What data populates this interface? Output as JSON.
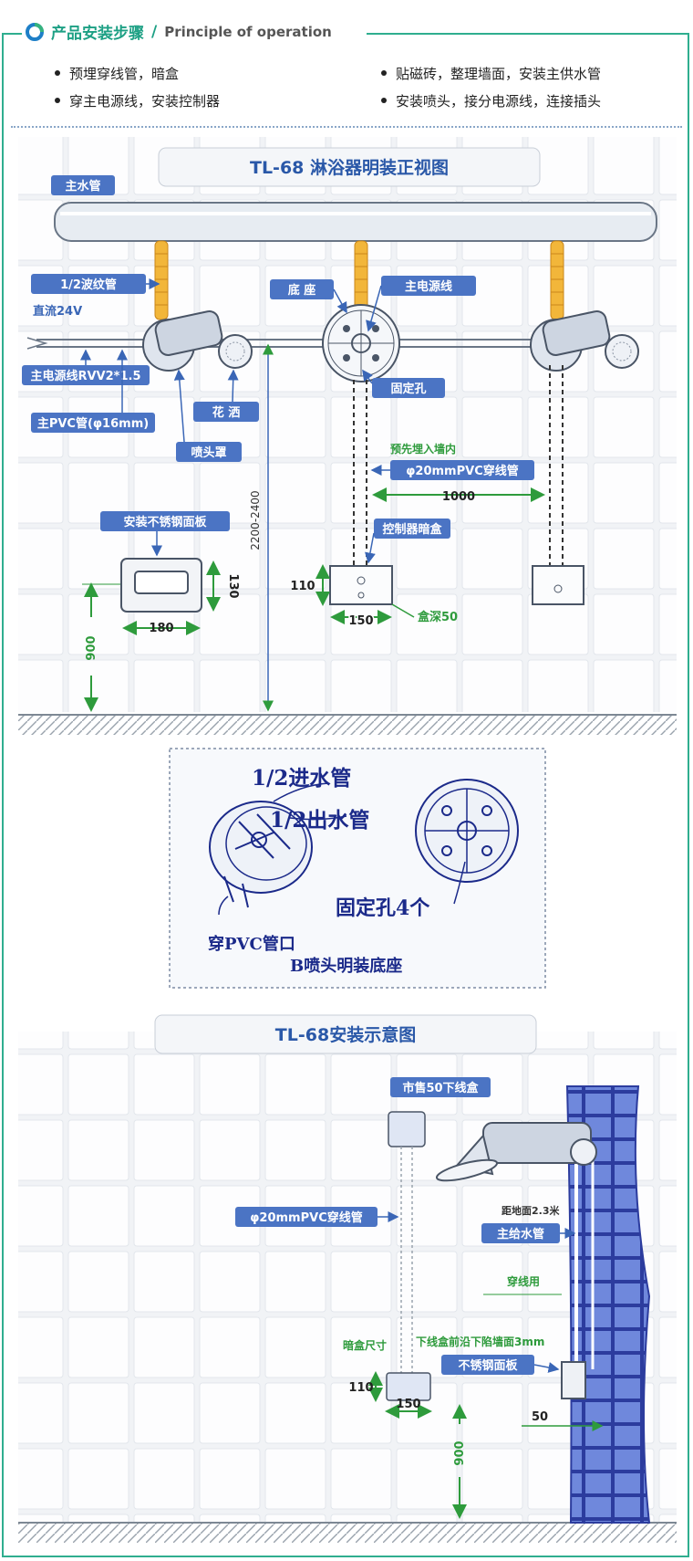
{
  "header": {
    "title_cn": "产品安装步骤",
    "slash": "/",
    "title_en": "Principle of operation",
    "accent_color": "#2fae8f"
  },
  "bullets": [
    "预埋穿线管，暗盒",
    "穿主电源线，安装控制器",
    "贴磁砖，整理墙面，安装主供水管",
    "安装喷头，接分电源线，连接插头"
  ],
  "diagram1": {
    "title": "TL-68 淋浴器明装正视图",
    "labels": {
      "main_water": "主水管",
      "corrugated": "1/2波纹管",
      "dc24": "直流24V",
      "main_power_wire": "主电源线RVV2*1.5",
      "main_pvc": "主PVC管(φ16mm)",
      "shower_head": "花  洒",
      "nozzle_cover": "喷头罩",
      "base": "底  座",
      "main_power": "主电源线",
      "fix_hole": "固定孔",
      "pre_embed": "预先埋入墙内",
      "pvc20": "φ20mmPVC穿线管",
      "spacing": "1000",
      "controller_box": "控制器暗盒",
      "steel_panel": "安装不锈钢面板",
      "dim_180": "180",
      "dim_130": "130",
      "dim_900": "900",
      "dim_height": "2200-2400",
      "dim_110": "110",
      "dim_150": "150",
      "box_depth": "盒深50"
    }
  },
  "diagram2": {
    "inlet": "1/2进水管",
    "outlet": "1/2出水管",
    "fix_holes": "固定孔4个",
    "pvc_port": "穿PVC管口",
    "caption": "B喷头明装底座"
  },
  "diagram3": {
    "title": "TL-68安装示意图",
    "labels": {
      "box50": "市售50下线盒",
      "height23": "距地面2.3米",
      "main_supply": "主给水管",
      "pvc20": "φ20mmPVC穿线管",
      "wire_use": "穿线用",
      "box_size": "暗盒尺寸",
      "recess": "下线盒前沿下陷墙面3mm",
      "steel_panel": "不锈钢面板",
      "dim_110": "110",
      "dim_150": "150",
      "dim_50": "50",
      "dim_900": "900"
    }
  }
}
